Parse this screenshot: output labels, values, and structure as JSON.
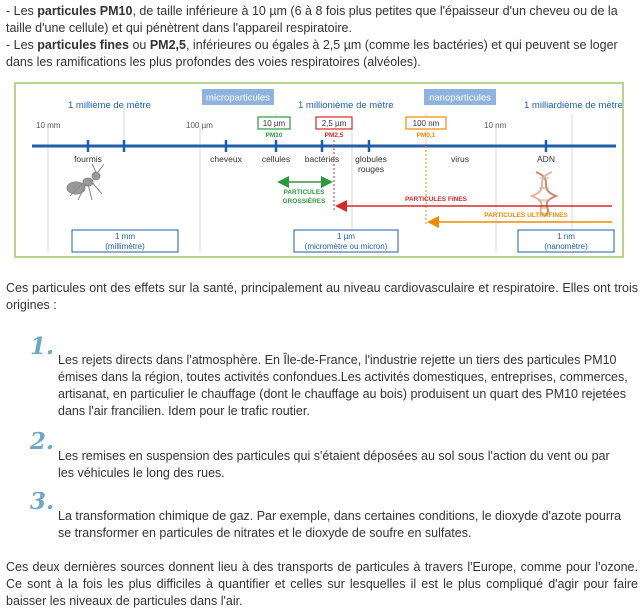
{
  "intro": {
    "line1_prefix": "- Les ",
    "line1_bold": "particules PM10",
    "line1_rest": ", de taille inférieure à 10 µm (6 à 8 fois plus petites que l'épaisseur d'un cheveu ou de la taille d'une cellule) et qui pénètrent dans l'appareil respiratoire.",
    "line2_prefix": "- Les ",
    "line2_bold1": "particules fines",
    "line2_mid": " ou ",
    "line2_bold2": "PM2,5",
    "line2_rest": ", inférieures ou égales à 2,5 µm (comme les bactéries) et qui peuvent se loger dans les ramifications les plus profondes des voies respiratoires (alvéoles)."
  },
  "figure": {
    "heading_milli": "1 millième de mètre",
    "heading_micro": "1 millionième de mètre",
    "heading_nano": "1 milliardième de mètre",
    "badge_micro": "microparticules",
    "badge_nano": "nanoparticules",
    "scale_10mm": "10 mm",
    "scale_100um": "100 µm",
    "scale_10nm": "10 nm",
    "box_10um": "10 µm",
    "box_2_5um": "2,5 µm",
    "box_100nm": "100 nm",
    "label_pm10": "PM10",
    "label_pm2_5": "PM2,5",
    "label_pm0_1": "PM0,1",
    "items": {
      "fourmis": "fourmis",
      "cheveux": "cheveux",
      "cellules": "cellules",
      "bacteries": "bactéries",
      "globules1": "globules",
      "globules2": "rouges",
      "virus": "virus",
      "adn": "ADN"
    },
    "arrow_grossieres1": "PARTICULES",
    "arrow_grossieres2": "GROSSIÈRES",
    "arrow_fines": "PARTICULES FINES",
    "arrow_ultrafines": "PARTICULES ULTRAFINES",
    "unit_mm_value": "1 mm",
    "unit_mm_name": "(millimètre)",
    "unit_um_value": "1 µm",
    "unit_um_name": "(micromètre ou micron)",
    "unit_nm_value": "1 nm",
    "unit_nm_name": "(nanomètre)",
    "colors": {
      "frame": "#b9d38b",
      "axis": "#1f5ea8",
      "pm10": "#2e9a3f",
      "pm2_5": "#d62a2a",
      "pm0_1": "#f08a00"
    }
  },
  "effects_intro": "Ces particules ont des effets sur la santé, principalement au niveau cardiovasculaire et respiratoire. Elles ont trois origines :",
  "origins": [
    {
      "number": "1.",
      "text": "Les rejets directs dans l'atmosphère. En Île-de-France, l'industrie rejette un tiers des particules PM10 émises dans la région, toutes activités confondues.Les activités domestiques, entreprises, commerces, artisanat, en particulier le chauffage (dont le chauffage au bois) produisent un quart des PM10 rejetées dans l'air francilien. Idem pour le trafic routier."
    },
    {
      "number": "2.",
      "text": "Les remises en suspension des particules qui s'étaient déposées au sol sous l'action du vent ou par les véhicules le long des rues."
    },
    {
      "number": "3.",
      "text": "La transformation chimique de gaz. Par exemple, dans certaines conditions, le dioxyde d'azote pourra se transformer en particules de nitrates et le dioxyde de soufre en sulfates."
    }
  ],
  "conclusion": "Ces deux dernières sources donnent lieu à des transports de particules à travers l'Europe, comme pour l'ozone. Ce sont à la fois les plus difficiles à quantifier et celles sur lesquelles il est le plus compliqué d'agir pour faire baisser les niveaux de particules dans l'air."
}
